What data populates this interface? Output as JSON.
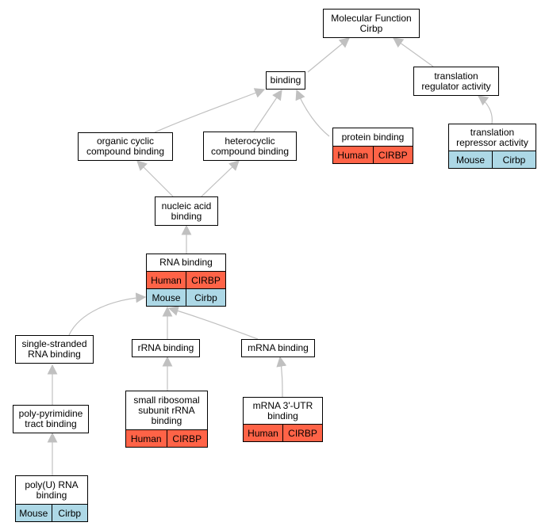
{
  "colors": {
    "human": "#ff6347",
    "mouse": "#add8e6",
    "edge": "#c0c0c0"
  },
  "nodes": {
    "mf": {
      "label": "Molecular Function\nCirbp"
    },
    "binding": {
      "label": "binding"
    },
    "tra": {
      "label": "translation\nregulator activity"
    },
    "occb": {
      "label": "organic cyclic\ncompound binding"
    },
    "hcb": {
      "label": "heterocyclic\ncompound binding"
    },
    "pb": {
      "label": "protein binding",
      "rows": [
        [
          "Human",
          "CIRBP"
        ]
      ]
    },
    "trepa": {
      "label": "translation\nrepressor activity",
      "rows": [
        [
          "Mouse",
          "Cirbp"
        ]
      ]
    },
    "nab": {
      "label": "nucleic acid\nbinding"
    },
    "rnab": {
      "label": "RNA binding",
      "rows": [
        [
          "Human",
          "CIRBP"
        ],
        [
          "Mouse",
          "Cirbp"
        ]
      ]
    },
    "ssrb": {
      "label": "single-stranded\nRNA binding"
    },
    "rrnab": {
      "label": "rRNA binding"
    },
    "mrnab": {
      "label": "mRNA binding"
    },
    "pptb": {
      "label": "poly-pyrimidine\ntract binding"
    },
    "ssrrb": {
      "label": "small ribosomal\nsubunit rRNA\nbinding",
      "rows": [
        [
          "Human",
          "CIRBP"
        ]
      ]
    },
    "m3utr": {
      "label": "mRNA 3'-UTR\nbinding",
      "rows": [
        [
          "Human",
          "CIRBP"
        ]
      ]
    },
    "polyu": {
      "label": "poly(U) RNA\nbinding",
      "rows": [
        [
          "Mouse",
          "Cirbp"
        ]
      ]
    }
  }
}
